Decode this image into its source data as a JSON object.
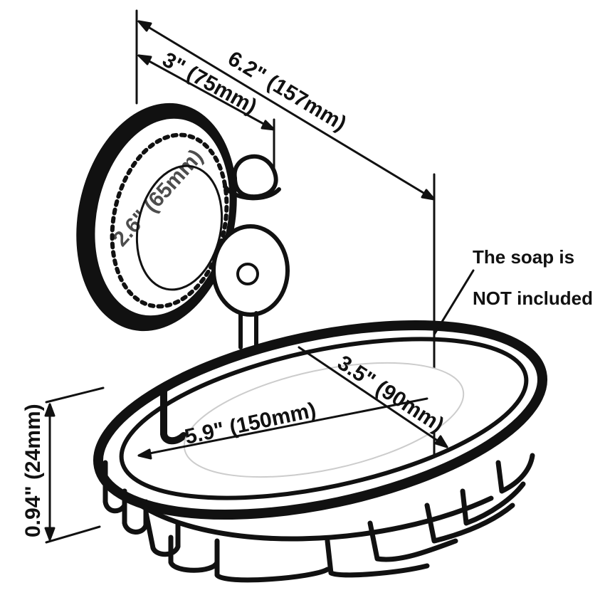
{
  "dimensions": {
    "overall_width": "6.2\" (157mm)",
    "base_to_arm": "3\" (75mm)",
    "base_diameter": "2.6\" (65mm)",
    "basket_length": "5.9\" (150mm)",
    "basket_width": "3.5\" (90mm)",
    "basket_height": "0.94\" (24mm)"
  },
  "note": {
    "line1": "The soap is",
    "line2": "NOT included"
  },
  "colors": {
    "ink": "#111111",
    "background": "#ffffff"
  }
}
